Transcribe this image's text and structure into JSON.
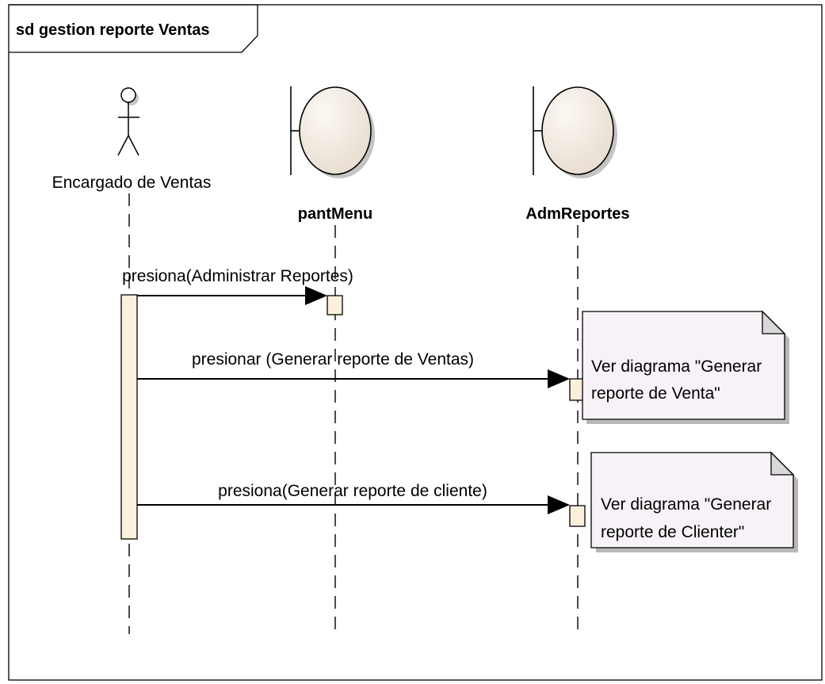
{
  "frame": {
    "title": "sd gestion reporte Ventas"
  },
  "actor": {
    "name": "Encargado de Ventas",
    "icon": "actor-stick-figure-icon"
  },
  "lifelines": [
    {
      "name": "pantMenu",
      "icon": "boundary-icon"
    },
    {
      "name": "AdmReportes",
      "icon": "boundary-icon"
    }
  ],
  "messages": [
    {
      "label": "presiona(Administrar Reportes)",
      "from": "Encargado de Ventas",
      "to": "pantMenu"
    },
    {
      "label": "presionar (Generar reporte de Ventas)",
      "from": "Encargado de Ventas",
      "to": "AdmReportes"
    },
    {
      "label": "presiona(Generar reporte de cliente)",
      "from": "Encargado de Ventas",
      "to": "AdmReportes"
    }
  ],
  "notes": [
    {
      "line1": "Ver diagrama \"Generar",
      "line2": "reporte de Venta\""
    },
    {
      "line1": "Ver diagrama \"Generar",
      "line2": "reporte de Clienter\""
    }
  ],
  "colors": {
    "frame_border": "#000000",
    "boundary_fill": "#f3ece2",
    "activation_fill": "#fcf0dc",
    "note_fill": "#f7f2f7",
    "shadow": "#b8b8b8"
  }
}
